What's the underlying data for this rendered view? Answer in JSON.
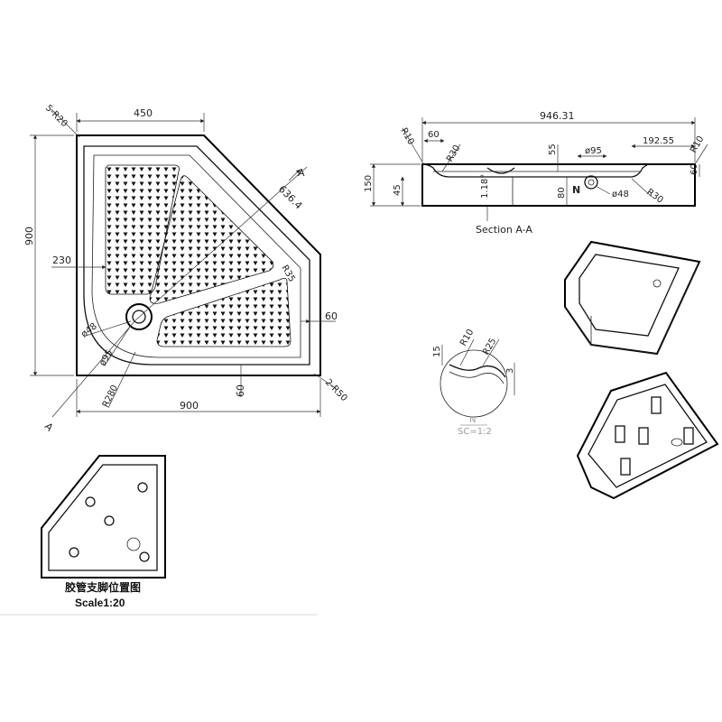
{
  "plan": {
    "dims": {
      "top_width": "450",
      "corner_top": "5-R20",
      "height": "900",
      "diag": "636.4",
      "mid_230": "230",
      "r35": "R35",
      "right_60": "60",
      "phi48": "ø48",
      "phi95": "ø95",
      "r280": "R280",
      "bottom_60": "60",
      "corner_bottom": "2-R50",
      "bottom_width": "900",
      "section_mark_top": "A",
      "section_mark_bottom": "A"
    }
  },
  "section": {
    "dims": {
      "overall": "946.31",
      "r10_left": "R10",
      "d60_left": "60",
      "r30_left": "R30",
      "d55": "55",
      "phi95": "ø95",
      "d192": "192.55",
      "r10_right": "R10",
      "d60_right": "60",
      "h150": "150",
      "h45": "45",
      "slope": "1.18°",
      "d80": "80",
      "label_n": "N",
      "phi48": "ø48",
      "r30_right": "R30"
    },
    "caption": "Section A-A"
  },
  "detail": {
    "dims": {
      "d15": "15",
      "r10": "R10",
      "r25": "R25",
      "d3": "3"
    },
    "label": "N",
    "scale": "SC=1:2"
  },
  "feet": {
    "caption_cn": "胶管支脚位置图",
    "caption_scale": "Scale1:20"
  }
}
